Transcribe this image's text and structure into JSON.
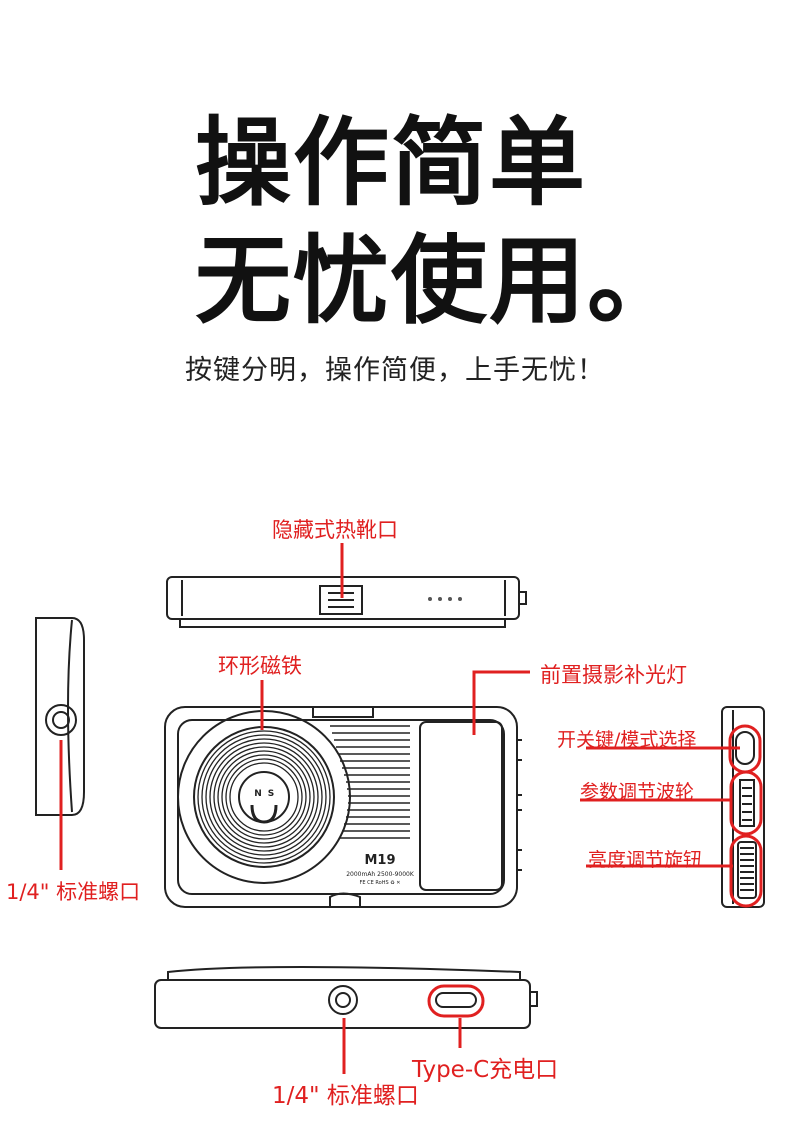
{
  "headline": {
    "line1": "操作简单",
    "line2": "无忧使用。",
    "subtitle": "按键分明，操作简便，上手无忧！"
  },
  "device": {
    "model": "M19",
    "spec_line1": "2000mAh 2500-9000K",
    "spec_line2": "FE CE RoHS ♻ ✕",
    "magnet_n": "N",
    "magnet_s": "S"
  },
  "callouts": {
    "hot_shoe": "隐藏式热靴口",
    "ring_magnet": "环形磁铁",
    "front_light": "前置摄影补光灯",
    "power_mode": "开关键/模式选择",
    "param_wheel": "参数调节波轮",
    "brightness_knob": "亮度调节旋钮",
    "screw_left": "1/4\" 标准螺口",
    "screw_bottom": "1/4\" 标准螺口",
    "type_c": "Type-C充电口"
  },
  "colors": {
    "accent": "#e02020",
    "line": "#222222"
  }
}
